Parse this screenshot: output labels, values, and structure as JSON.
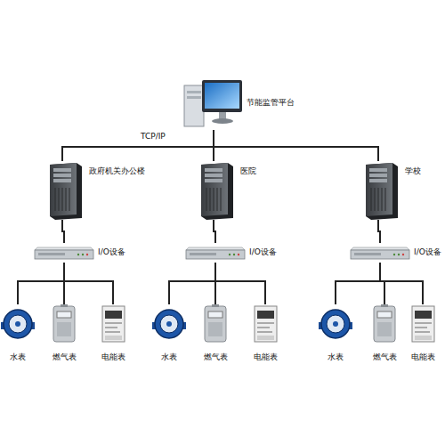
{
  "diagram": {
    "nodes": [
      {
        "text": [
          "节能监管平台"
        ]
      },
      {
        "text": [
          "政府机关办公楼"
        ]
      },
      {
        "text": [
          "医院"
        ]
      },
      {
        "text": [
          "学校"
        ]
      },
      {
        "text": [
          "I/O设备"
        ]
      },
      {
        "text": [
          "I/O设备"
        ]
      },
      {
        "text": [
          "I/O设备"
        ]
      },
      {
        "text": [
          "水表"
        ]
      },
      {
        "text": [
          "燃气表"
        ]
      },
      {
        "text": [
          "电能表"
        ]
      },
      {
        "text": [
          "水表"
        ]
      },
      {
        "text": [
          "燃气表"
        ]
      },
      {
        "text": [
          "电能表"
        ]
      },
      {
        "text": [
          "水表"
        ]
      },
      {
        "text": [
          "燃气表"
        ]
      },
      {
        "text": [
          "电能表"
        ]
      }
    ],
    "edges": [
      {
        "from": 0,
        "to": 1,
        "arrow": "none"
      },
      {
        "from": 0,
        "to": 2,
        "arrow": "none"
      },
      {
        "from": 0,
        "to": 3,
        "arrow": "none"
      },
      {
        "from": 1,
        "to": 4,
        "arrow": "none"
      },
      {
        "from": 2,
        "to": 5,
        "arrow": "none"
      },
      {
        "from": 3,
        "to": 6,
        "arrow": "none"
      },
      {
        "from": 4,
        "to": 7,
        "arrow": "none"
      },
      {
        "from": 4,
        "to": 8,
        "arrow": "none"
      },
      {
        "from": 4,
        "to": 9,
        "arrow": "none"
      },
      {
        "from": 5,
        "to": 10,
        "arrow": "none"
      },
      {
        "from": 5,
        "to": 11,
        "arrow": "none"
      },
      {
        "from": 5,
        "to": 12,
        "arrow": "none"
      },
      {
        "from": 6,
        "to": 13,
        "arrow": "none"
      },
      {
        "from": 6,
        "to": 14,
        "arrow": "none"
      },
      {
        "from": 6,
        "to": 15,
        "arrow": "none"
      }
    ],
    "labels": [
      "TCP/IP"
    ]
  }
}
